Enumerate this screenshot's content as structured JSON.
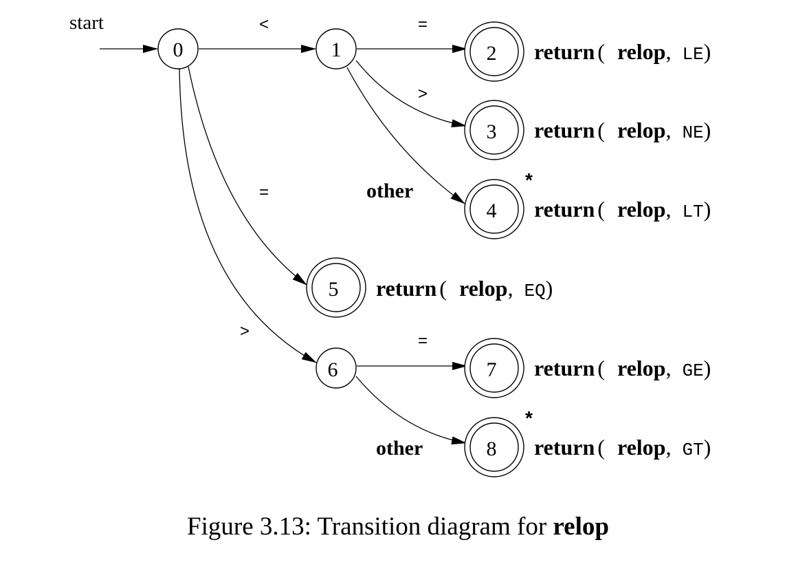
{
  "diagram": {
    "start_label": "start",
    "states": [
      "0",
      "1",
      "2",
      "3",
      "4",
      "5",
      "6",
      "7",
      "8"
    ],
    "transitions": {
      "t0_1": "<",
      "t1_2": "=",
      "t1_3": ">",
      "t1_4": "other",
      "t0_5": "=",
      "t0_6": ">",
      "t6_7": "=",
      "t6_8": "other"
    },
    "retract_marker": "*",
    "actions": {
      "return_kw": "return",
      "open_paren": "(",
      "relop": "relop",
      "comma": ",",
      "close_paren": ")",
      "tokens": {
        "s2": "LE",
        "s3": "NE",
        "s4": "LT",
        "s5": "EQ",
        "s7": "GE",
        "s8": "GT"
      }
    }
  },
  "caption": {
    "prefix": "Figure 3.13: Transition diagram for",
    "bold": "relop"
  }
}
